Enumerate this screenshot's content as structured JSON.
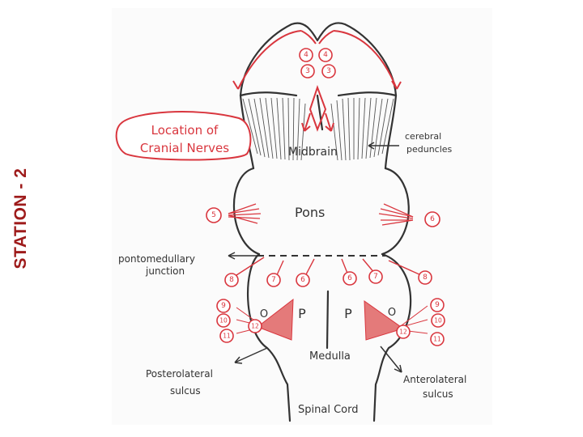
{
  "station_title": "STATION - 2",
  "title_box": {
    "line1": "Location of",
    "line2": "Cranial Nerves"
  },
  "labels": {
    "midbrain": "Midbrain",
    "cerebral_line1": "cerebral",
    "cerebral_line2": "peduncles",
    "pons": "Pons",
    "ponto_line1": "pontomedullary",
    "ponto_line2": "junction",
    "medulla": "Medulla",
    "postero_line1": "Posterolateral",
    "postero_line2": "sulcus",
    "antero_line1": "Anterolateral",
    "antero_line2": "sulcus",
    "spinal": "Spinal Cord",
    "o_left": "O",
    "p_left": "P",
    "p_right": "P",
    "o_right": "O"
  },
  "nerves": {
    "n4_left": "4",
    "n4_right": "4",
    "n3_left": "3",
    "n3_right": "3",
    "n5_left": "5",
    "n6_right": "6",
    "n8_left": "8",
    "n7_a": "7",
    "n6_a": "6",
    "n6_b": "6",
    "n7_b": "7",
    "n8_right": "8",
    "n9_left": "9",
    "n10_left": "10",
    "n11_left": "11",
    "n12_left": "12",
    "n9_right": "9",
    "n10_right": "10",
    "n11_right": "11",
    "n12_right": "12"
  },
  "colors": {
    "ink": "#333333",
    "red": "#d9363e",
    "title": "#9e1b1b"
  }
}
